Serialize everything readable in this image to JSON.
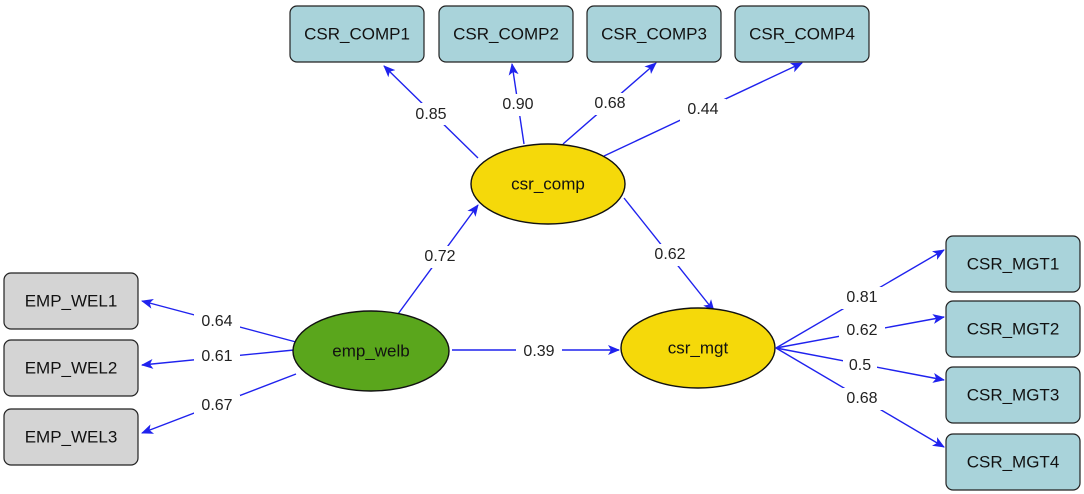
{
  "colors": {
    "indicator_teal": "#a9d3da",
    "indicator_gray": "#d4d4d4",
    "latent_yellow": "#f5d90a",
    "latent_green": "#5aa61c",
    "arrow_blue": "#1f22ee"
  },
  "latents": {
    "csr_comp": "csr_comp",
    "emp_welb": "emp_welb",
    "csr_mgt": "csr_mgt"
  },
  "indicators": {
    "csr_comp": [
      "CSR_COMP1",
      "CSR_COMP2",
      "CSR_COMP3",
      "CSR_COMP4"
    ],
    "emp_welb": [
      "EMP_WEL1",
      "EMP_WEL2",
      "EMP_WEL3"
    ],
    "csr_mgt": [
      "CSR_MGT1",
      "CSR_MGT2",
      "CSR_MGT3",
      "CSR_MGT4"
    ]
  },
  "loadings": {
    "csr_comp": [
      "0.85",
      "0.90",
      "0.68",
      "0.44"
    ],
    "emp_welb": [
      "0.64",
      "0.61",
      "0.67"
    ],
    "csr_mgt": [
      "0.81",
      "0.62",
      "0.5",
      "0.68"
    ]
  },
  "paths": {
    "emp_welb_to_csr_comp": "0.72",
    "csr_comp_to_csr_mgt": "0.62",
    "emp_welb_to_csr_mgt": "0.39"
  }
}
